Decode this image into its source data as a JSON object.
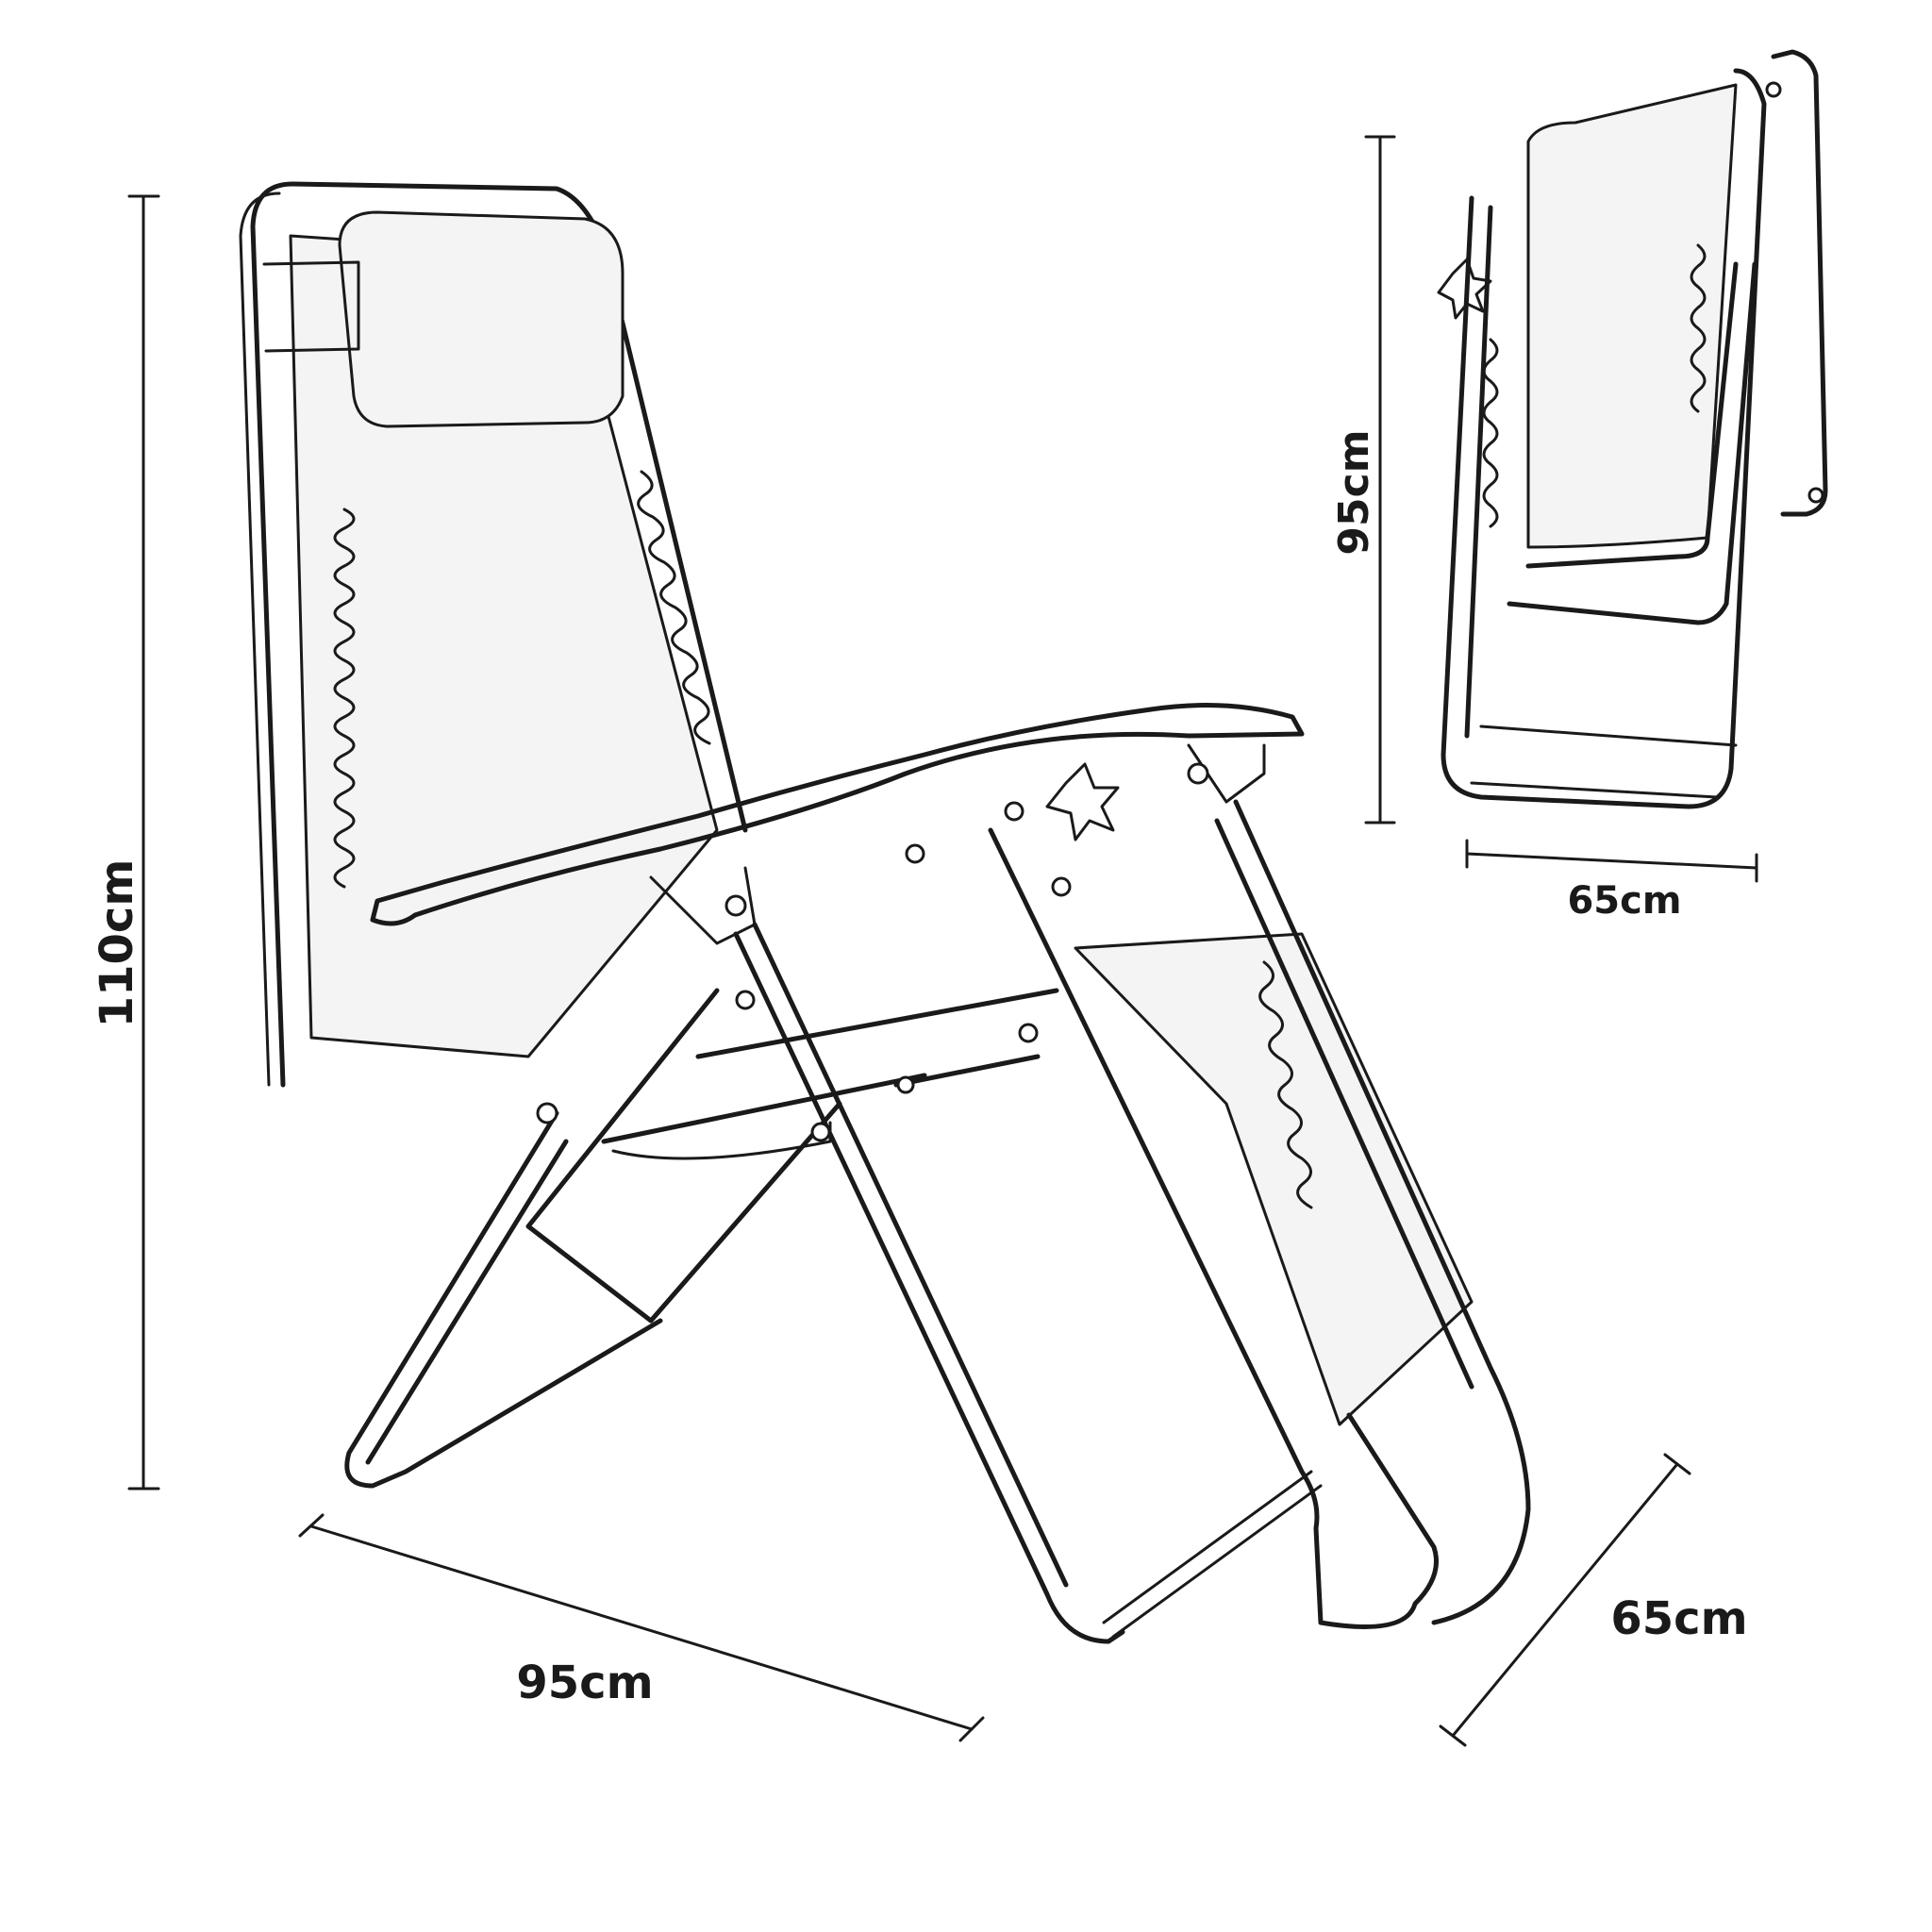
{
  "dimensions": {
    "height_open": "110cm",
    "length_open": "95cm",
    "width_open": "65cm",
    "height_folded": "95cm",
    "width_folded": "65cm"
  }
}
